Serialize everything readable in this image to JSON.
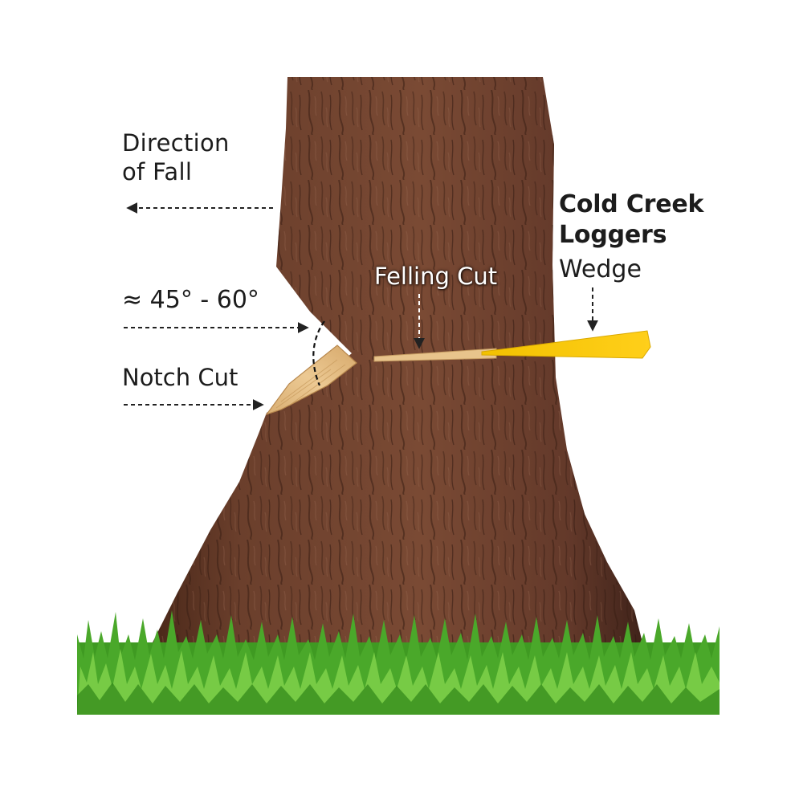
{
  "labels": {
    "direction_line1": "Direction",
    "direction_line2": "of Fall",
    "angle": "≈ 45° - 60°",
    "notch_cut": "Notch Cut",
    "felling_cut": "Felling Cut",
    "wedge_line1": "Cold Creek",
    "wedge_line2": "Loggers",
    "wedge_line3": "Wedge"
  },
  "colors": {
    "bark": "#6b3f2c",
    "bark_dark": "#3f2216",
    "bark_light": "#8a5a43",
    "notch_wood": "#e4c08a",
    "wedge": "#f5c400",
    "grass": "#4aa82a",
    "grass_light": "#7fd14a",
    "arrow": "#222222"
  }
}
